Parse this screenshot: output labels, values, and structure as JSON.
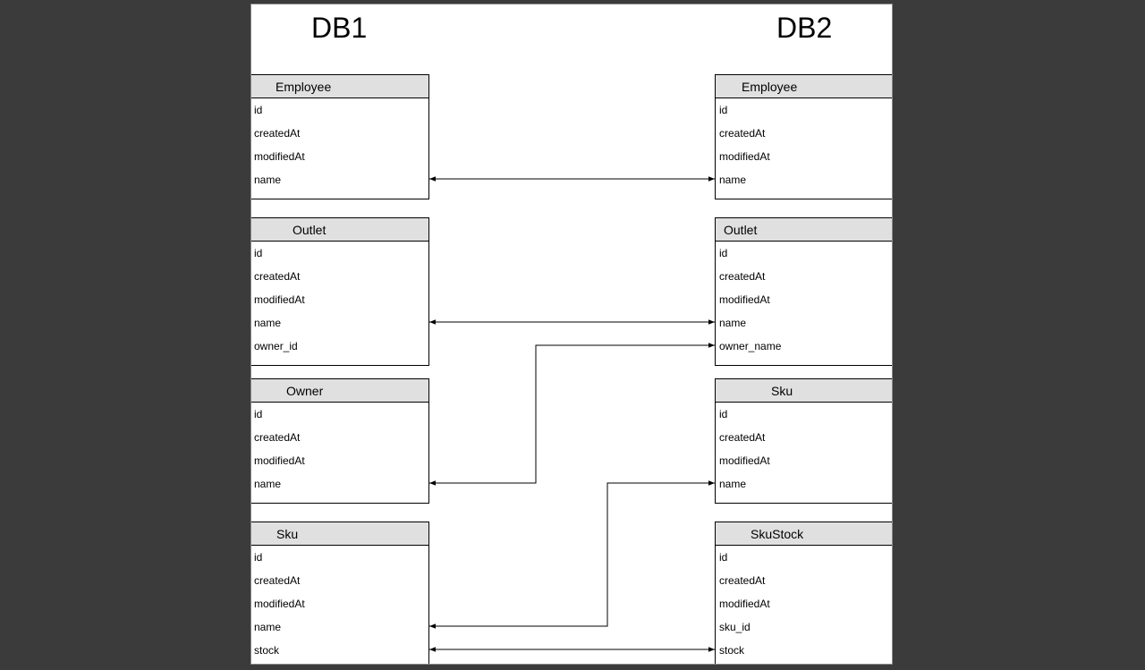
{
  "diagram": {
    "db1_title": "DB1",
    "db2_title": "DB2",
    "db1_tables": [
      {
        "name": "Employee",
        "fields": [
          "id",
          "createdAt",
          "modifiedAt",
          "name"
        ]
      },
      {
        "name": "Outlet",
        "fields": [
          "id",
          "createdAt",
          "modifiedAt",
          "name",
          "owner_id"
        ]
      },
      {
        "name": "Owner",
        "fields": [
          "id",
          "createdAt",
          "modifiedAt",
          "name"
        ]
      },
      {
        "name": "Sku",
        "fields": [
          "id",
          "createdAt",
          "modifiedAt",
          "name",
          "stock"
        ]
      }
    ],
    "db2_tables": [
      {
        "name": "Employee",
        "fields": [
          "id",
          "createdAt",
          "modifiedAt",
          "name"
        ]
      },
      {
        "name": "Outlet",
        "fields": [
          "id",
          "createdAt",
          "modifiedAt",
          "name",
          "owner_name"
        ]
      },
      {
        "name": "Sku",
        "fields": [
          "id",
          "createdAt",
          "modifiedAt",
          "name"
        ]
      },
      {
        "name": "SkuStock",
        "fields": [
          "id",
          "createdAt",
          "modifiedAt",
          "sku_id",
          "stock"
        ]
      }
    ],
    "links": [
      {
        "from": "DB1.Employee.name",
        "to": "DB2.Employee.name",
        "arrows": "both"
      },
      {
        "from": "DB1.Outlet.name",
        "to": "DB2.Outlet.name",
        "arrows": "both"
      },
      {
        "from": "DB1.Owner.name",
        "to": "DB2.Outlet.owner_name",
        "arrows": "both"
      },
      {
        "from": "DB1.Sku.name",
        "to": "DB2.Sku.name",
        "arrows": "both"
      },
      {
        "from": "DB1.Sku.stock",
        "to": "DB2.SkuStock.stock",
        "arrows": "both"
      }
    ]
  }
}
